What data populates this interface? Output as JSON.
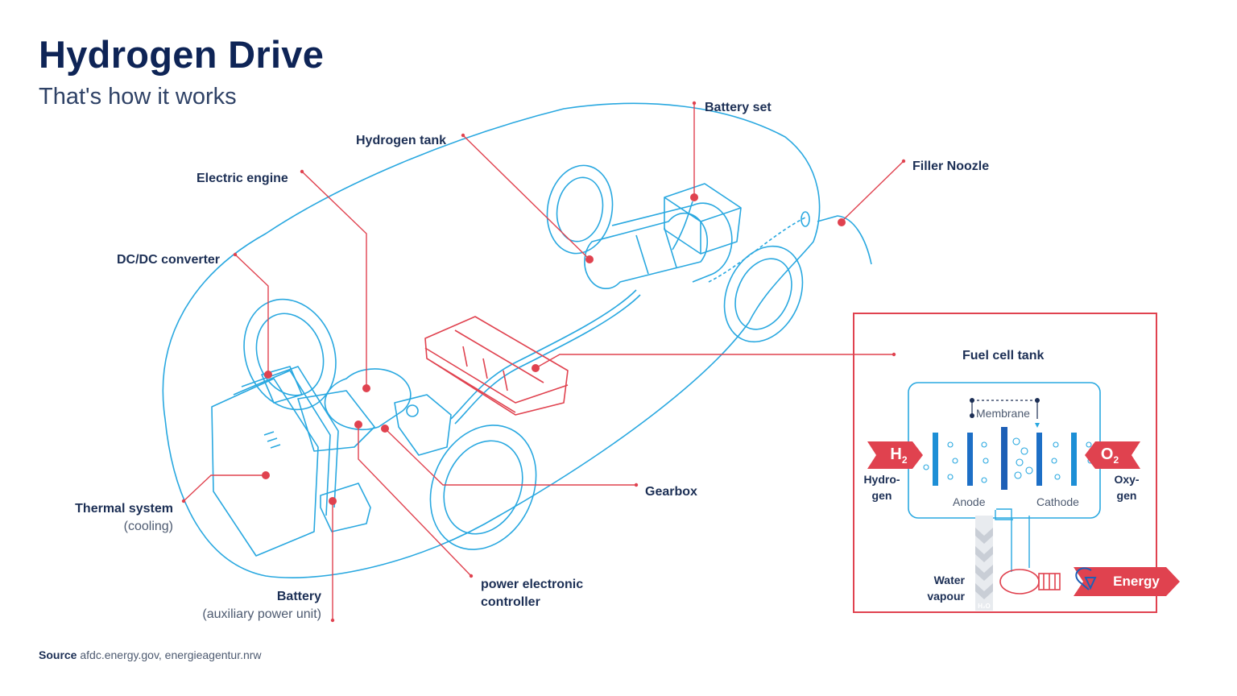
{
  "header": {
    "title": "Hydrogen Drive",
    "subtitle": "That's how it works"
  },
  "labels": {
    "battery_set": "Battery set",
    "hydrogen_tank": "Hydrogen tank",
    "electric_engine": "Electric engine",
    "dcdc_converter": "DC/DC converter",
    "filler_noozle": "Filler Noozle",
    "fuel_cell_tank": "Fuel cell tank",
    "gearbox": "Gearbox",
    "thermal_system": "Thermal system",
    "thermal_system_sub": "(cooling)",
    "battery": "Battery",
    "battery_sub": "(auxiliary power unit)",
    "pec_line1": "power electronic",
    "pec_line2": "controller"
  },
  "fuel_cell": {
    "membrane": "Membrane",
    "anode": "Anode",
    "cathode": "Cathode",
    "h2_symbol": "H",
    "h2_index": "2",
    "o2_symbol": "O",
    "o2_index": "2",
    "hydrogen_line1": "Hydro-",
    "hydrogen_line2": "gen",
    "oxygen_line1": "Oxy-",
    "oxygen_line2": "gen",
    "water_line1": "Water",
    "water_line2": "vapour",
    "energy": "Energy",
    "h2o": "H₂O"
  },
  "source": {
    "label": "Source",
    "text": "afdc.energy.gov, energieagentur.nrw"
  },
  "colors": {
    "title": "#0e2456",
    "outline_blue": "#29a8e0",
    "accent_red": "#e0424f",
    "text_dark": "#1c2f55"
  }
}
